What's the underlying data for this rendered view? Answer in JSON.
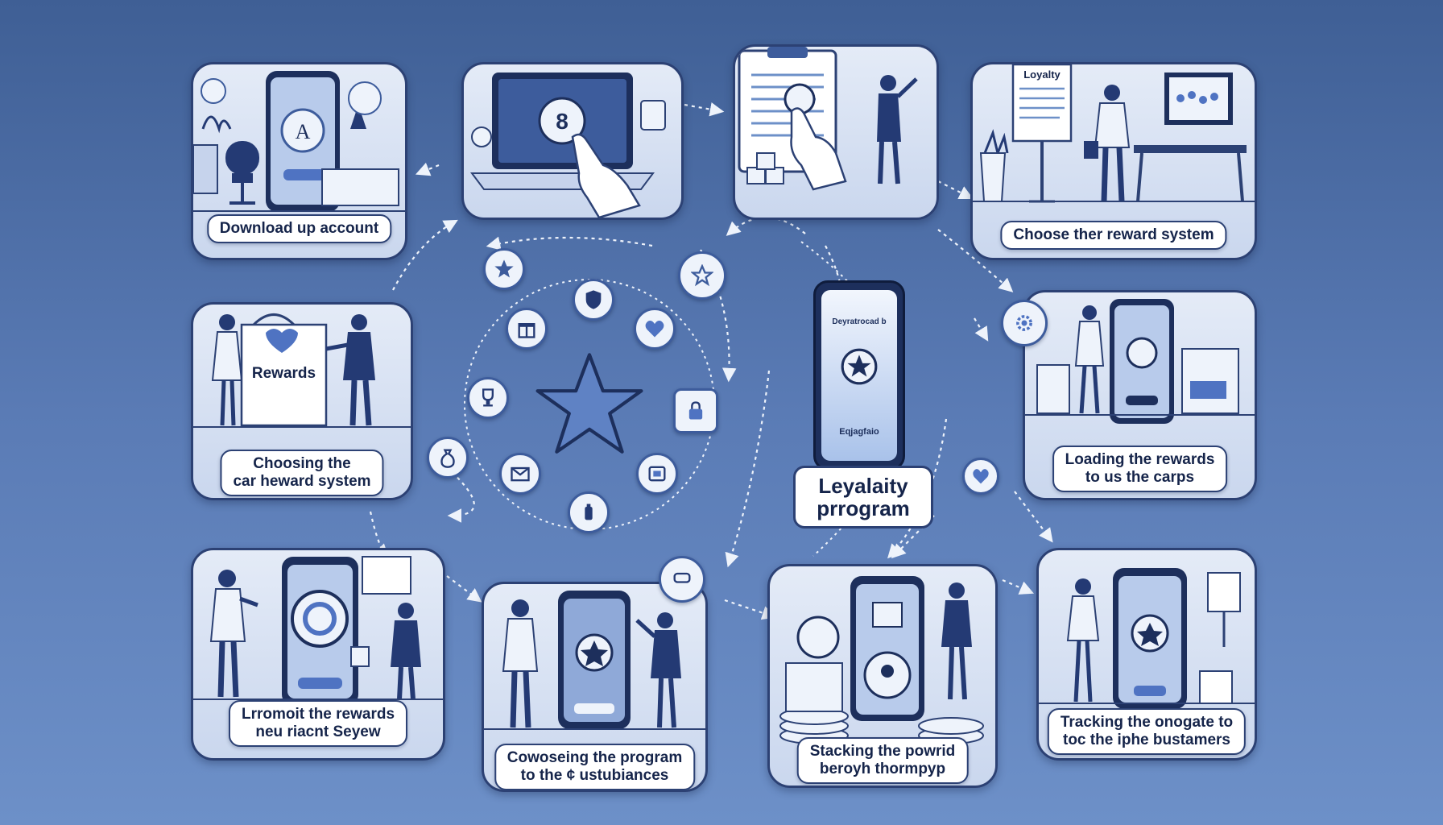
{
  "center": {
    "title_line1": "Leyalaity",
    "title_line2": "prrogram",
    "phone_top_text": "Deyratrocad b",
    "phone_bottom_text": "Eqjagfaio"
  },
  "panels": [
    {
      "id": "download",
      "lines": [
        "Download up account"
      ]
    },
    {
      "id": "laptop",
      "lines": []
    },
    {
      "id": "clipboard",
      "lines": []
    },
    {
      "id": "choose",
      "lines": [
        "Choose ther reward system"
      ],
      "board_text": "Loyalty"
    },
    {
      "id": "rewards-bag",
      "lines": [
        "Choosing the",
        "car heward system"
      ],
      "bag_text": "Rewards"
    },
    {
      "id": "loading",
      "lines": [
        "Loading the rewards",
        "to us the carps"
      ]
    },
    {
      "id": "promote",
      "lines": [
        "Lrromoit the rewards",
        "neu riacnt Seyew"
      ]
    },
    {
      "id": "comparing",
      "lines": [
        "Cowoseing the program",
        "to the ¢ ustubiances"
      ]
    },
    {
      "id": "stacking",
      "lines": [
        "Stacking the powrid",
        "beroyh thormpyp"
      ]
    },
    {
      "id": "tracking",
      "lines": [
        "Tracking the onogate to",
        "toc the iphe bustamers"
      ]
    }
  ],
  "colors": {
    "background_top": "#3f5f95",
    "background_bottom": "#6d90c8",
    "outline": "#2c4174",
    "panel_fill": "#dbe4f3",
    "accent": "#4f73c2"
  },
  "icons": [
    "star-icon",
    "heart-icon",
    "gift-icon",
    "lock-icon",
    "trophy-icon",
    "coin-bag-icon",
    "gear-icon",
    "badge-icon",
    "shopping-bag-icon"
  ]
}
